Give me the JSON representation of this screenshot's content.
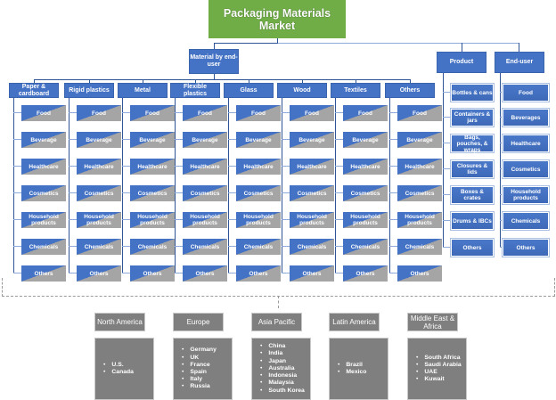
{
  "title": "Packaging Materials Market",
  "segments": {
    "material": {
      "label": "Material by end-user",
      "categories": [
        "Paper & cardboard",
        "Rigid plastics",
        "Metal",
        "Flexible plastics",
        "Glass",
        "Wood",
        "Textiles",
        "Others"
      ],
      "end_uses": [
        "Food",
        "Beverage",
        "Healthcare",
        "Cosmetics",
        "Household products",
        "Chemicals",
        "Others"
      ]
    },
    "product": {
      "label": "Product",
      "items": [
        "Bottles & cans",
        "Containers & jars",
        "Bags, pouches, & wraps",
        "Closures & lids",
        "Boxes & crates",
        "Drums & IBCs",
        "Others"
      ]
    },
    "end_user": {
      "label": "End-user",
      "items": [
        "Food",
        "Beverages",
        "Healthcare",
        "Cosmetics",
        "Household products",
        "Chemicals",
        "Others"
      ]
    }
  },
  "regions": [
    {
      "name": "North America",
      "countries": [
        "U.S.",
        "Canada"
      ]
    },
    {
      "name": "Europe",
      "countries": [
        "Germany",
        "UK",
        "France",
        "Spain",
        "Italy",
        "Russia"
      ]
    },
    {
      "name": "Asia Pacific",
      "countries": [
        "China",
        "India",
        "Japan",
        "Australia",
        "Indonesia",
        "Malaysia",
        "South Korea"
      ]
    },
    {
      "name": "Latin America",
      "countries": [
        "Brazil",
        "Mexico"
      ]
    },
    {
      "name": "Middle East & Africa",
      "countries": [
        "South Africa",
        "Saudi Arabia",
        "UAE",
        "Kuwait"
      ]
    }
  ],
  "colors": {
    "root": "#70ad47",
    "node": "#4472c4",
    "leaf_secondary": "#a5a5a5",
    "region": "#7f7f7f"
  }
}
